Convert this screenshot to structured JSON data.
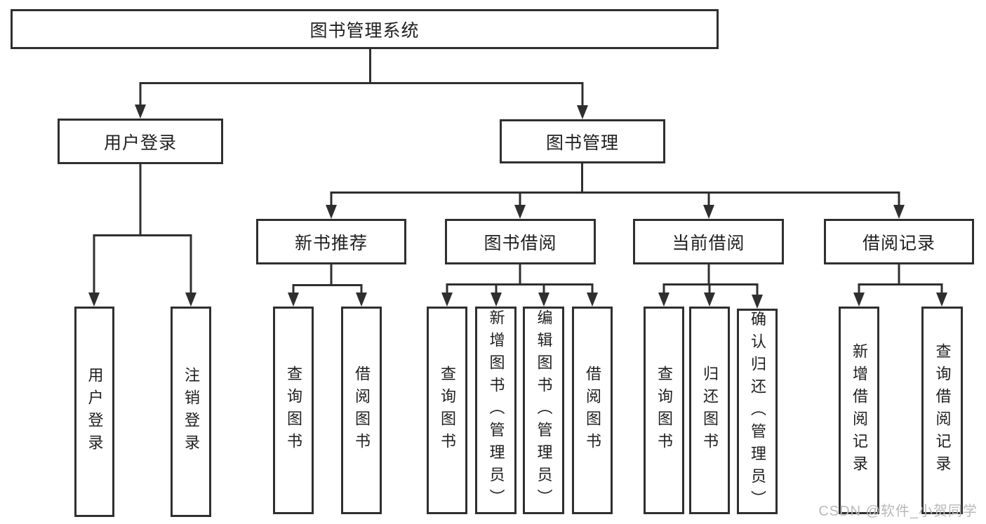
{
  "tree": {
    "label": "图书管理系统",
    "children": [
      {
        "label": "用户登录",
        "children": [
          {
            "label": "用户登录"
          },
          {
            "label": "注销登录"
          }
        ]
      },
      {
        "label": "图书管理",
        "children": [
          {
            "label": "新书推荐",
            "children": [
              {
                "label": "查询图书"
              },
              {
                "label": "借阅图书"
              }
            ]
          },
          {
            "label": "图书借阅",
            "children": [
              {
                "label": "查询图书"
              },
              {
                "label": "新增图书（管理员）"
              },
              {
                "label": "编辑图书（管理员）"
              },
              {
                "label": "借阅图书"
              }
            ]
          },
          {
            "label": "当前借阅",
            "children": [
              {
                "label": "查询图书"
              },
              {
                "label": "归还图书"
              },
              {
                "label": "确认归还（管理员）"
              }
            ]
          },
          {
            "label": "借阅记录",
            "children": [
              {
                "label": "新增借阅记录"
              },
              {
                "label": "查询借阅记录"
              }
            ]
          }
        ]
      }
    ]
  },
  "watermark": {
    "text": "CSDN @软件_小贺同学"
  },
  "colors": {
    "line": "#2f2f2f",
    "text": "#1f1f1f",
    "watermark": "#b9b9b9",
    "background": "#ffffff"
  }
}
